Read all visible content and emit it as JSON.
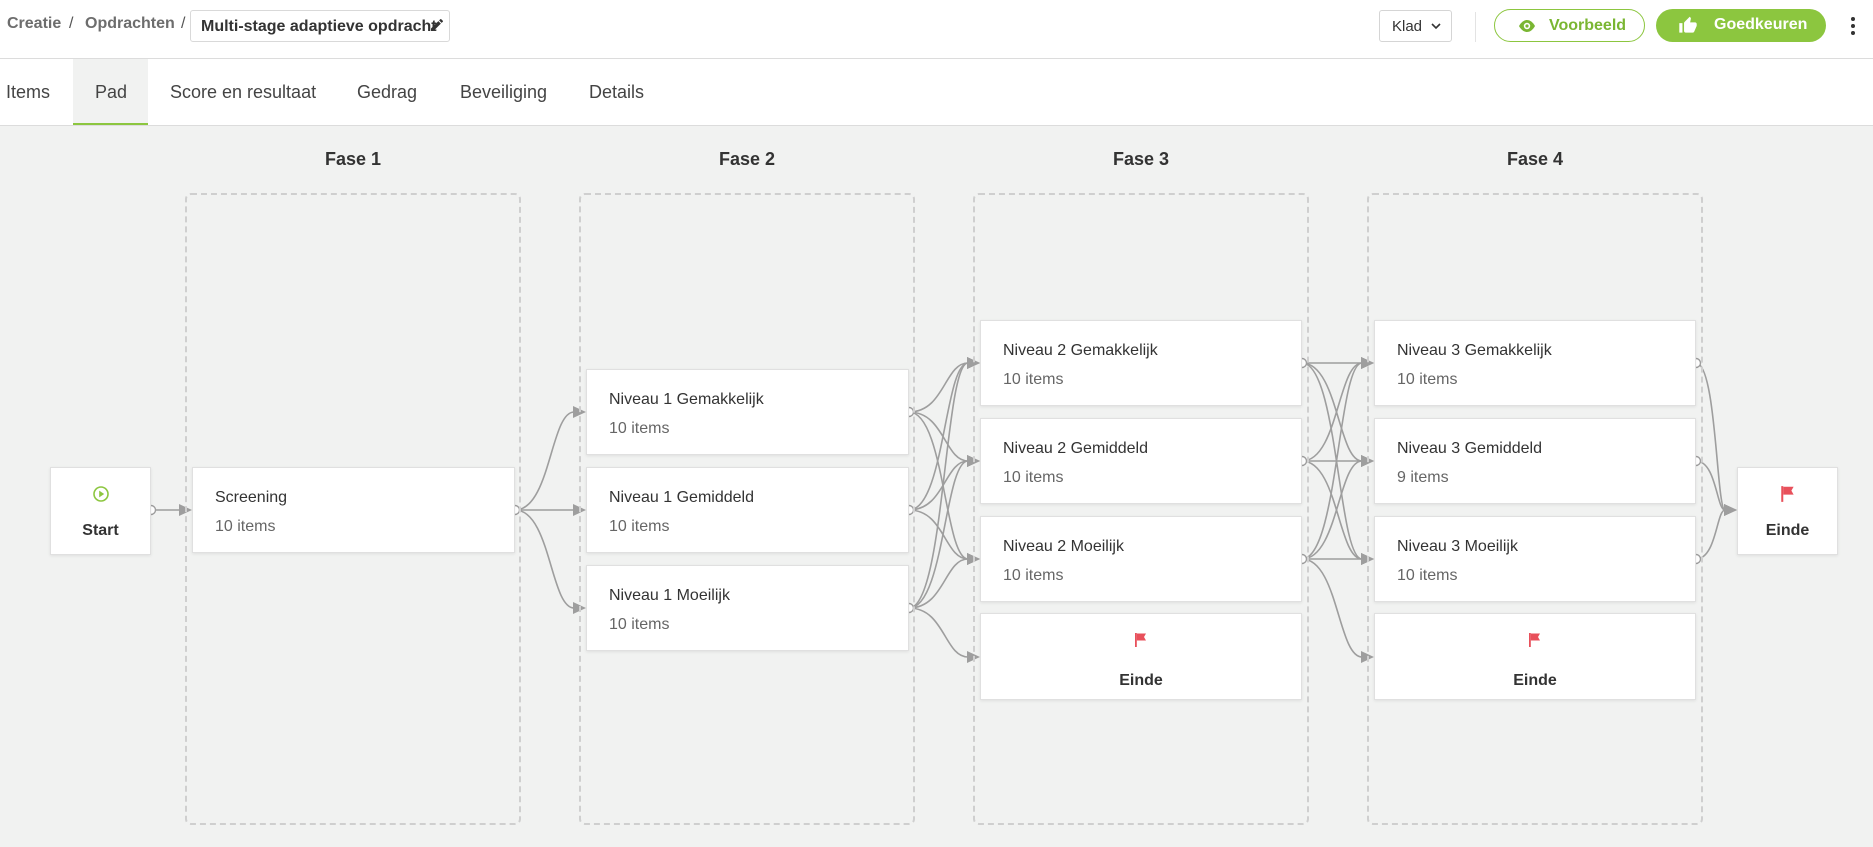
{
  "breadcrumb": {
    "item1": "Creatie",
    "item2": "Opdrachten",
    "sep": "/"
  },
  "title": "Multi-stage adaptieve opdracht",
  "status": "Klad",
  "buttons": {
    "preview": "Voorbeeld",
    "approve": "Goedkeuren"
  },
  "tabs": [
    "Items",
    "Pad",
    "Score en resultaat",
    "Gedrag",
    "Beveiliging",
    "Details"
  ],
  "active_tab": "Pad",
  "colors": {
    "accent": "#8cc63f",
    "flag": "#e8505b",
    "edge": "#9e9e9e"
  },
  "start": {
    "label": "Start",
    "icon": "play-circle-icon"
  },
  "end": {
    "label": "Einde",
    "icon": "flag-icon"
  },
  "phases": [
    {
      "title": "Fase 1",
      "nodes": [
        {
          "name": "Screening",
          "count": "10 items"
        }
      ]
    },
    {
      "title": "Fase 2",
      "nodes": [
        {
          "name": "Niveau 1 Gemakkelijk",
          "count": "10 items"
        },
        {
          "name": "Niveau 1 Gemiddeld",
          "count": "10 items"
        },
        {
          "name": "Niveau 1 Moeilijk",
          "count": "10 items"
        }
      ]
    },
    {
      "title": "Fase 3",
      "nodes": [
        {
          "name": "Niveau 2 Gemakkelijk",
          "count": "10 items"
        },
        {
          "name": "Niveau 2 Gemiddeld",
          "count": "10 items"
        },
        {
          "name": "Niveau 2 Moeilijk",
          "count": "10 items"
        },
        {
          "name": "Einde",
          "end": true
        }
      ]
    },
    {
      "title": "Fase 4",
      "nodes": [
        {
          "name": "Niveau 3 Gemakkelijk",
          "count": "10 items"
        },
        {
          "name": "Niveau 3 Gemiddeld",
          "count": "9 items"
        },
        {
          "name": "Niveau 3 Moeilijk",
          "count": "10 items"
        },
        {
          "name": "Einde",
          "end": true
        }
      ]
    }
  ]
}
